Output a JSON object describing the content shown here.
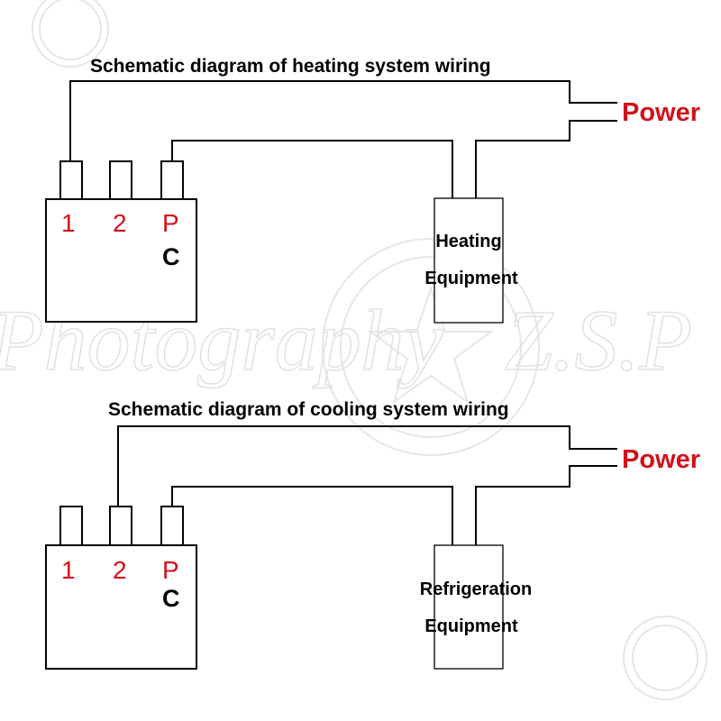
{
  "diagrams": [
    {
      "title": "Schematic diagram of heating system wiring",
      "power_label": "Power",
      "terminals": [
        "1",
        "2",
        "P"
      ],
      "common_label": "C",
      "equipment_line1": "Heating",
      "equipment_line2": "Equipment"
    },
    {
      "title": "Schematic diagram of cooling system wiring",
      "power_label": "Power",
      "terminals": [
        "1",
        "2",
        "P"
      ],
      "common_label": "C",
      "equipment_line1": "Refrigeration",
      "equipment_line2": "Equipment"
    }
  ],
  "watermark": {
    "text": "Photography",
    "suffix": "Z.S.P"
  },
  "colors": {
    "accent_red": "#d0121b",
    "line": "#000000",
    "watermark": "#e4e4e4"
  }
}
